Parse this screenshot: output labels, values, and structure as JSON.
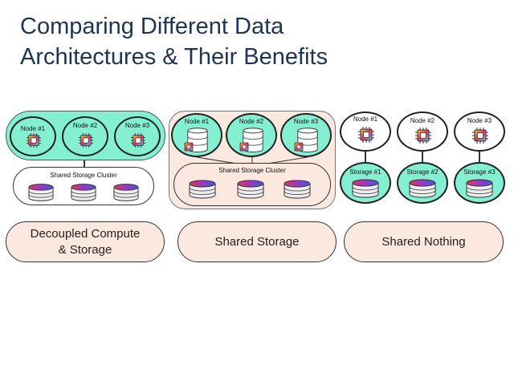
{
  "title": {
    "line1": "Comparing Different Data",
    "line2": "Architectures & Their Benefits"
  },
  "decoupled": {
    "nodes": [
      "Node #1",
      "Node #2",
      "Node #3"
    ],
    "cluster_label": "Shared Storage Cluster",
    "caption_line1": "Decoupled Compute",
    "caption_line2": "& Storage"
  },
  "shared_storage": {
    "nodes": [
      "Node #1",
      "Node #2",
      "Node #3"
    ],
    "cluster_label": "Shared Storage Cluster",
    "caption": "Shared Storage"
  },
  "shared_nothing": {
    "nodes": [
      "Node #1",
      "Node #2",
      "Node #3"
    ],
    "storages": [
      "Storage #1",
      "Storage #2",
      "Storage #3"
    ],
    "caption": "Shared Nothing"
  },
  "colors": {
    "teal": "#84f0d2",
    "peach": "#fbe8df",
    "title": "#1c3557"
  }
}
